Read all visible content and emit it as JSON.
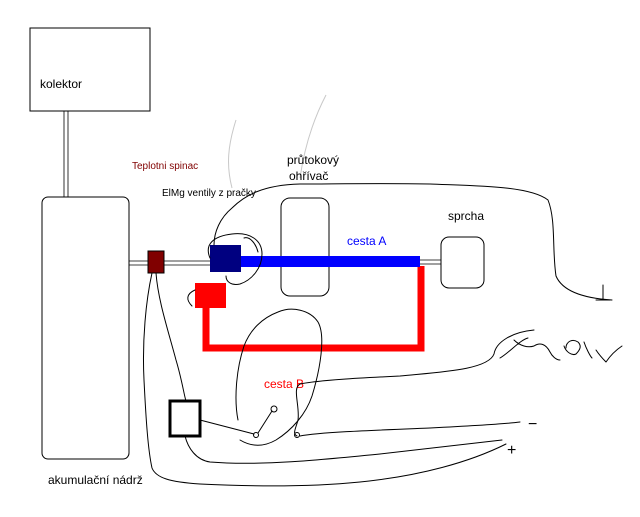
{
  "labels": {
    "collector": "kolektor",
    "thermo_switch": "Teplotni spinac",
    "flow_heater_line1": "průtokový",
    "flow_heater_line2": "ohřívač",
    "valves": "ElMg ventily z pračky",
    "path_a": "cesta A",
    "shower": "sprcha",
    "path_b": "cesta B",
    "tank": "akumulační nádrž",
    "voltage": "220V",
    "minus": "−",
    "plus": "+"
  },
  "colors": {
    "path_a": "#0000ff",
    "path_b": "#ff0000",
    "valve_a": "#000080",
    "valve_b": "#ff0000",
    "thermo_switch": "#800000",
    "thermo_label": "#800000",
    "outline": "#000000",
    "light_sketch": "#c8c8c8"
  }
}
